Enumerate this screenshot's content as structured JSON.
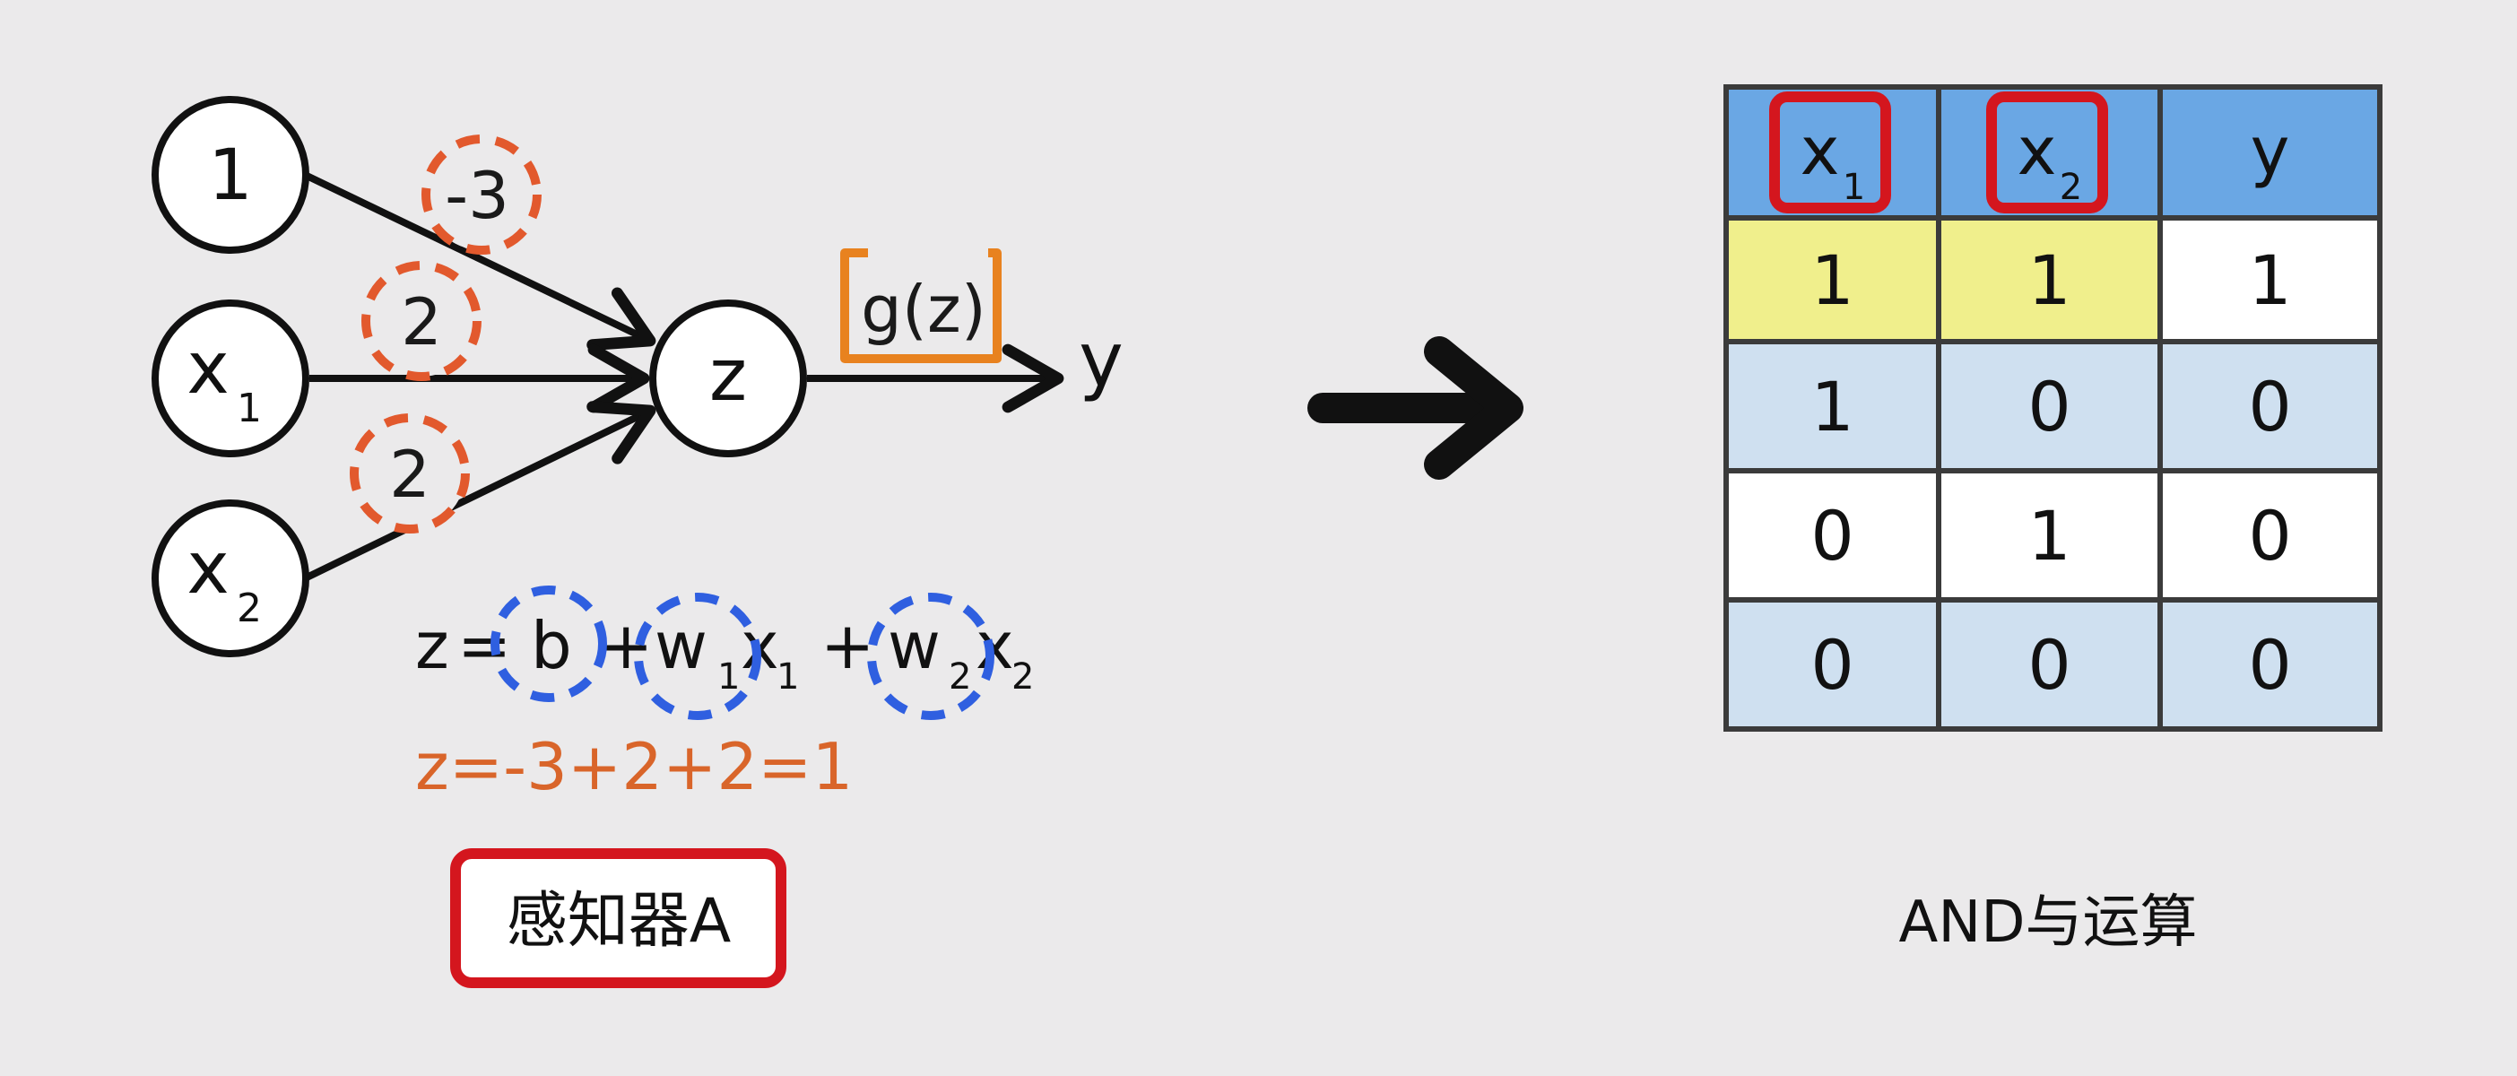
{
  "perceptron": {
    "nodes": {
      "bias": "1",
      "x1": {
        "base": "x",
        "sub": "1"
      },
      "x2": {
        "base": "x",
        "sub": "2"
      },
      "sum": "z"
    },
    "weights": {
      "bias": "-3",
      "x1": "2",
      "x2": "2"
    },
    "activation": "g(z)",
    "output": "y",
    "formula": {
      "z": "z",
      "eq": "=",
      "b": "b",
      "plus": "+",
      "w": "w",
      "x": "x",
      "sub1": "1",
      "sub2": "2"
    },
    "calculation": "z=-3+2+2=1",
    "caption": "感知器A"
  },
  "truth_table": {
    "headers": [
      {
        "base": "x",
        "sub": "1"
      },
      {
        "base": "x",
        "sub": "2"
      },
      {
        "base": "y",
        "sub": ""
      }
    ],
    "rows": [
      [
        "1",
        "1",
        "1"
      ],
      [
        "1",
        "0",
        "0"
      ],
      [
        "0",
        "1",
        "0"
      ],
      [
        "0",
        "0",
        "0"
      ]
    ],
    "caption": "AND与运算"
  },
  "colors": {
    "background": "#ebeaeb",
    "ink": "#111111",
    "weight_circle": "#e2592d",
    "weight_text": "#1a1a1a",
    "activation_box": "#e8821f",
    "formula_circle": "#2f5fe0",
    "calculation": "#d9652a",
    "caption_border": "#d4161e",
    "header_fill": "#6aa7e4",
    "highlight_fill": "#f0ef8c",
    "shaded_fill": "#cfe0f0",
    "plain_fill": "#ffffff",
    "table_border": "#3b3b3b"
  }
}
